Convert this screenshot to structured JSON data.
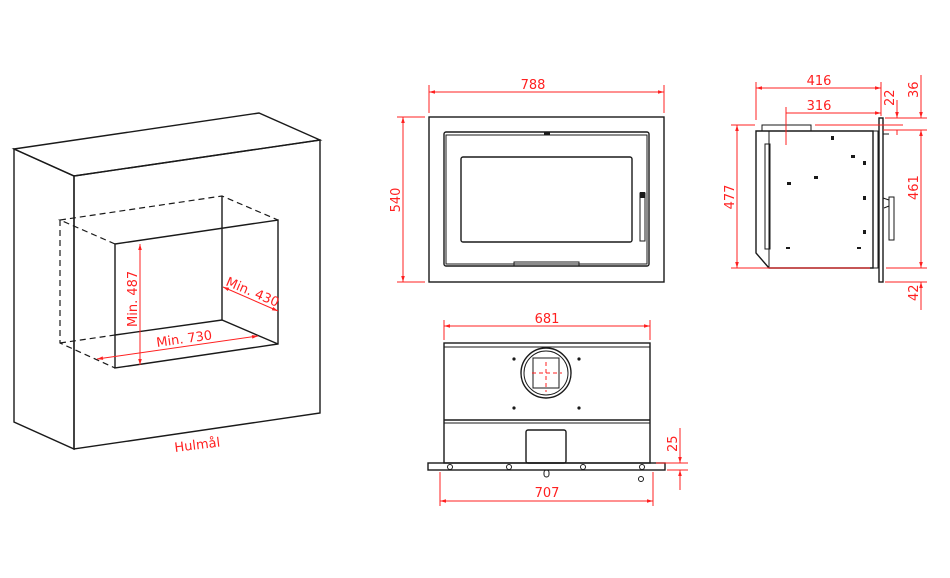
{
  "colors": {
    "lines": "#1a1a1a",
    "dimensions": "#ff2020"
  },
  "niche_view": {
    "height_label": "Min. 487",
    "width_label": "Min. 730",
    "depth_label": "Min. 430",
    "caption": "Hulmål"
  },
  "front_view": {
    "width": "788",
    "height": "540"
  },
  "top_view": {
    "body_width": "681",
    "flange_width": "707",
    "flange_depth": "25"
  },
  "side_view": {
    "total_depth": "416",
    "body_depth": "316",
    "total_height": "477",
    "body_height": "461",
    "top_offset": "22",
    "top_overhang": "36",
    "bottom_overhang": "42"
  }
}
